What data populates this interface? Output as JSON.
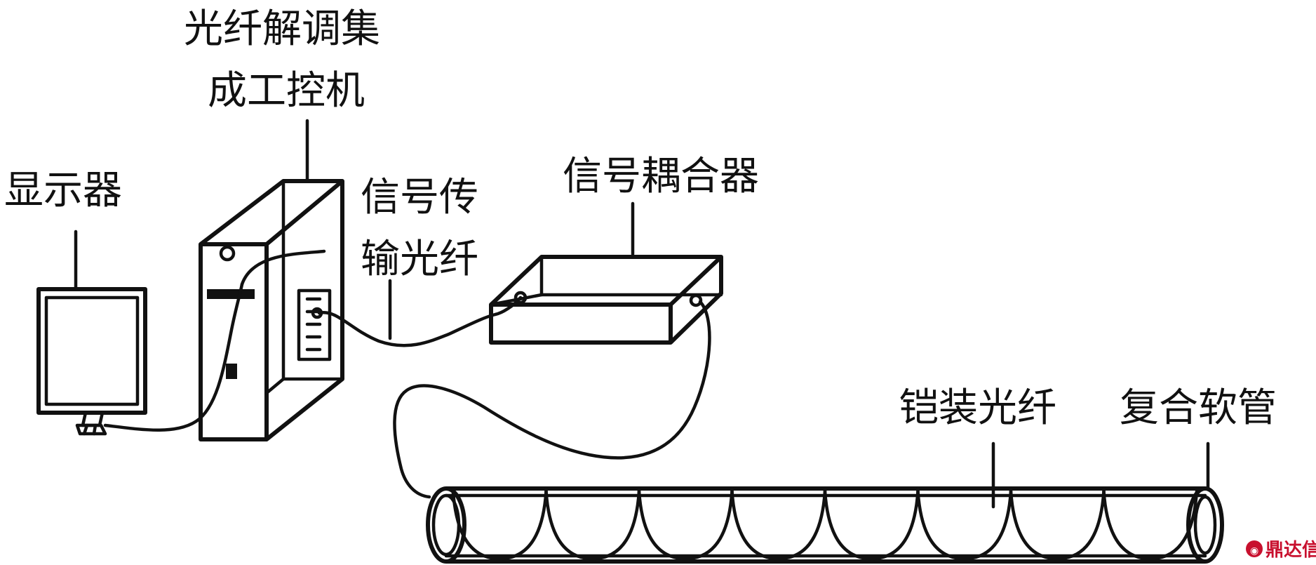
{
  "labels": {
    "demodulator_line1": "光纤解调集",
    "demodulator_line2": "成工控机",
    "monitor": "显示器",
    "transmission_line1": "信号传",
    "transmission_line2": "输光纤",
    "coupler": "信号耦合器",
    "armored_fiber": "铠装光纤",
    "hose": "复合软管"
  },
  "watermark": {
    "text": "鼎达信",
    "color": "#c8102e"
  }
}
